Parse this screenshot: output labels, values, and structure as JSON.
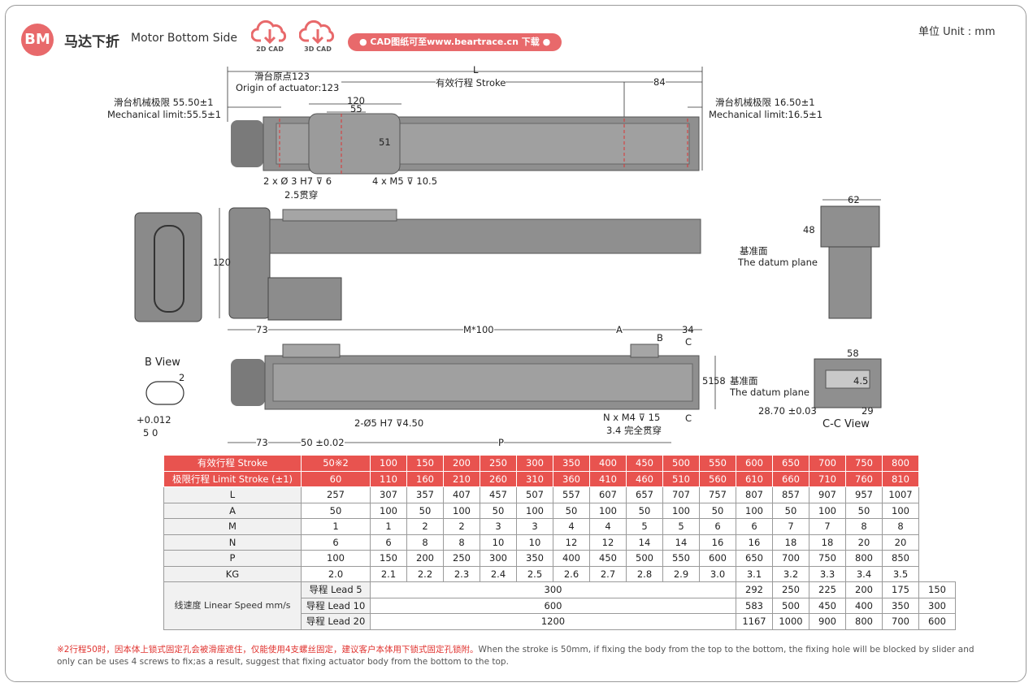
{
  "header": {
    "logo": "BM",
    "title_cn": "马达下折",
    "title_en": "Motor Bottom Side",
    "cad_2d": "2D CAD",
    "cad_3d": "3D CAD",
    "download": "● CAD图纸可至www.beartrace.cn 下载 ●",
    "unit": "单位  Unit : mm"
  },
  "labels": {
    "L": "L",
    "origin_cn": "滑台原点123",
    "origin_en": "Origin of actuator:123",
    "stroke": "有效行程 Stroke",
    "d84": "84",
    "limit_left_cn": "滑台机械极限 55.50±1",
    "limit_left_en": "Mechanical limit:55.5±1",
    "limit_right_cn": "滑台机械极限 16.50±1",
    "limit_right_en": "Mechanical limit:16.5±1",
    "d120": "120",
    "d55": "55",
    "d51a": "51",
    "hole1": "2 x Ø 3 H7 ⊽ 6",
    "hole1b": "2.5贯穿",
    "hole2": "4 x M5 ⊽ 10.5",
    "d120v": "120",
    "d62": "62",
    "d48": "48",
    "datum_cn": "基准面",
    "datum_en": "The datum plane",
    "d73a": "73",
    "m100": "M*100",
    "A": "A",
    "d34": "34",
    "B": "B",
    "C1": "C",
    "bview": "B View",
    "d2": "2",
    "d51b": "51",
    "d58v": "58",
    "datum2_cn": "基准面",
    "datum2_en": "The datum plane",
    "d58": "58",
    "d45": "4.5",
    "d2870": "28.70 ±0.03",
    "d29": "29",
    "ccview": "C-C View",
    "tol": "+0.012",
    "tol2": "5  0",
    "hole3": "2-Ø5 H7 ⊽4.50",
    "hole4": "N x M4 ⊽ 15",
    "hole4b": "3.4 完全贯穿",
    "C2": "C",
    "d73b": "73",
    "d50": "50 ±0.02",
    "P": "P"
  },
  "table": {
    "stroke_label": "有效行程  Stroke",
    "strokes": [
      "50※2",
      "100",
      "150",
      "200",
      "250",
      "300",
      "350",
      "400",
      "450",
      "500",
      "550",
      "600",
      "650",
      "700",
      "750",
      "800"
    ],
    "limit_label": "极限行程  Limit Stroke (±1)",
    "limits": [
      "60",
      "110",
      "160",
      "210",
      "260",
      "310",
      "360",
      "410",
      "460",
      "510",
      "560",
      "610",
      "660",
      "710",
      "760",
      "810"
    ],
    "rows": [
      {
        "name": "L",
        "values": [
          "257",
          "307",
          "357",
          "407",
          "457",
          "507",
          "557",
          "607",
          "657",
          "707",
          "757",
          "807",
          "857",
          "907",
          "957",
          "1007"
        ]
      },
      {
        "name": "A",
        "values": [
          "50",
          "100",
          "50",
          "100",
          "50",
          "100",
          "50",
          "100",
          "50",
          "100",
          "50",
          "100",
          "50",
          "100",
          "50",
          "100"
        ]
      },
      {
        "name": "M",
        "values": [
          "1",
          "1",
          "2",
          "2",
          "3",
          "3",
          "4",
          "4",
          "5",
          "5",
          "6",
          "6",
          "7",
          "7",
          "8",
          "8"
        ]
      },
      {
        "name": "N",
        "values": [
          "6",
          "6",
          "8",
          "8",
          "10",
          "10",
          "12",
          "12",
          "14",
          "14",
          "16",
          "16",
          "18",
          "18",
          "20",
          "20"
        ]
      },
      {
        "name": "P",
        "values": [
          "100",
          "150",
          "200",
          "250",
          "300",
          "350",
          "400",
          "450",
          "500",
          "550",
          "600",
          "650",
          "700",
          "750",
          "800",
          "850"
        ]
      },
      {
        "name": "KG",
        "values": [
          "2.0",
          "2.1",
          "2.2",
          "2.3",
          "2.4",
          "2.5",
          "2.6",
          "2.7",
          "2.8",
          "2.9",
          "3.0",
          "3.1",
          "3.2",
          "3.3",
          "3.4",
          "3.5"
        ]
      }
    ],
    "speed_label": "线速度 Linear Speed mm/s",
    "speed": [
      {
        "lead": "导程 Lead 5",
        "merged": "300",
        "rest": [
          "292",
          "250",
          "225",
          "200",
          "175",
          "150"
        ]
      },
      {
        "lead": "导程 Lead 10",
        "merged": "600",
        "rest": [
          "583",
          "500",
          "450",
          "400",
          "350",
          "300"
        ]
      },
      {
        "lead": "导程 Lead 20",
        "merged": "1200",
        "rest": [
          "1167",
          "1000",
          "900",
          "800",
          "700",
          "600"
        ]
      }
    ]
  },
  "note": {
    "red": "※2行程50时，因本体上锁式固定孔会被滑座遮住，仅能使用4支螺丝固定，建议客户本体用下锁式固定孔锁附。",
    "grey": "When the stroke is 50mm, if fixing the body from the top to the bottom, the fixing hole will be blocked by slider and only can be uses 4 screws to fix;as a result, suggest that fixing actuator body from the bottom to the top."
  },
  "colors": {
    "accent": "#e8534f",
    "body": "#8c8c8c",
    "dark": "#555555"
  }
}
